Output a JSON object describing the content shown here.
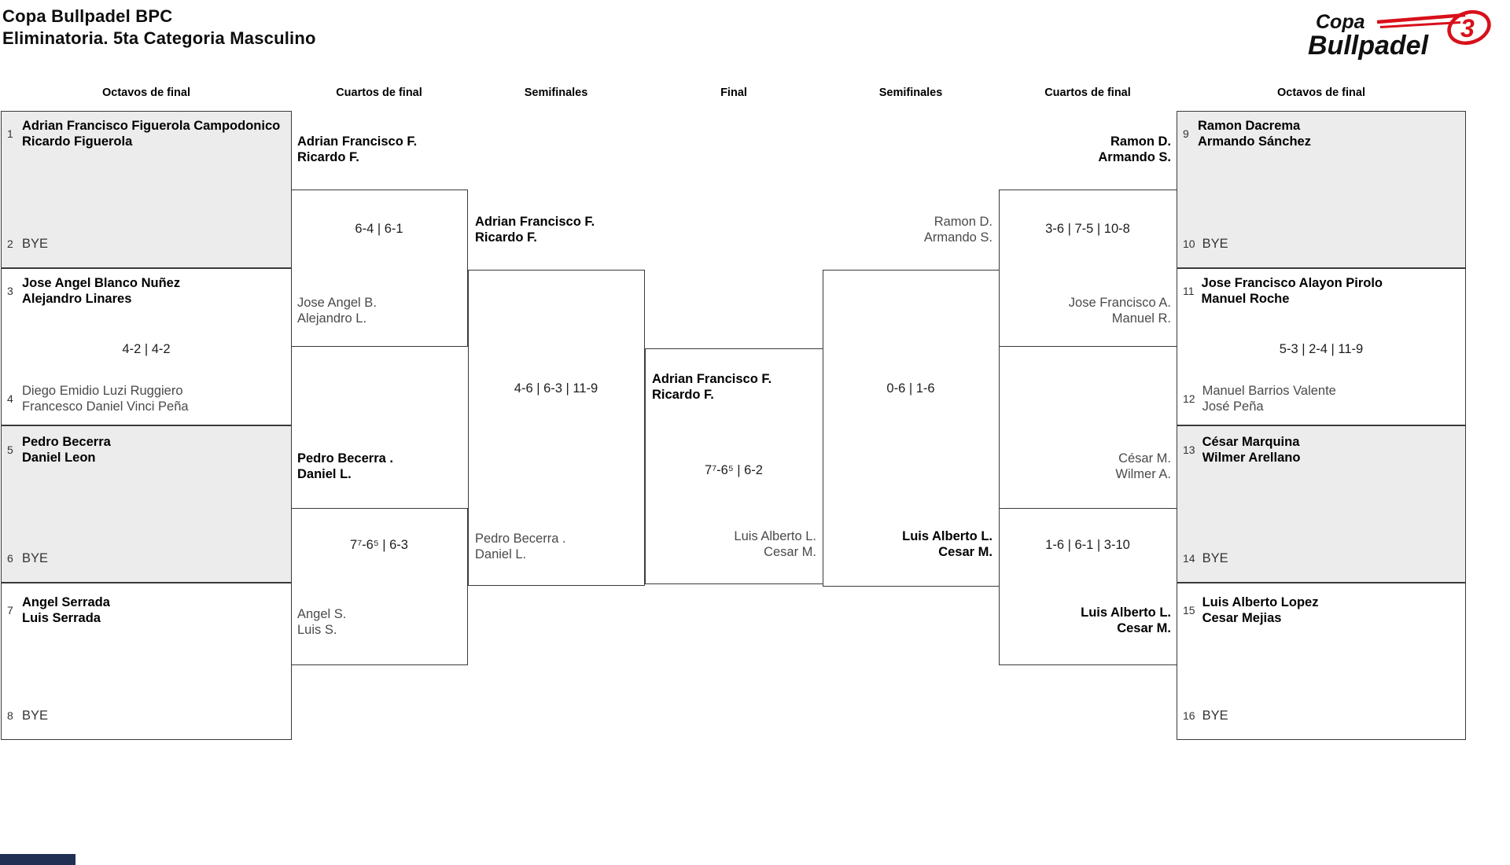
{
  "title": {
    "line1": "Copa Bullpadel BPC",
    "line2": "Eliminatoria. 5ta Categoria Masculino"
  },
  "logo": {
    "copa": "Copa",
    "bullpadel": "Bullpadel",
    "mark": "3"
  },
  "colors": {
    "accent_red": "#d8101a",
    "shaded_box": "#ececec",
    "winner_text": "#000000",
    "loser_text": "#4a4a4a",
    "footer_bar": "#203055"
  },
  "round_headers": {
    "octavos_left": "Octavos de final",
    "cuartos_left": "Cuartos de final",
    "semis_left": "Semifinales",
    "final": "Final",
    "semis_right": "Semifinales",
    "cuartos_right": "Cuartos de final",
    "octavos_right": "Octavos de final"
  },
  "seeds": {
    "s1": {
      "num": "1",
      "name": "Adrian Francisco Figuerola Campodonico\nRicardo Figuerola"
    },
    "s2": {
      "num": "2",
      "name": "BYE"
    },
    "s3": {
      "num": "3",
      "name": "Jose Angel Blanco Nuñez\nAlejandro Linares"
    },
    "s4": {
      "num": "4",
      "name": "Diego Emidio Luzi Ruggiero\nFrancesco Daniel Vinci Peña"
    },
    "s5": {
      "num": "5",
      "name": "Pedro Becerra\nDaniel Leon"
    },
    "s6": {
      "num": "6",
      "name": "BYE"
    },
    "s7": {
      "num": "7",
      "name": "Angel Serrada\nLuis Serrada"
    },
    "s8": {
      "num": "8",
      "name": "BYE"
    },
    "s9": {
      "num": "9",
      "name": "Ramon Dacrema\nArmando Sánchez"
    },
    "s10": {
      "num": "10",
      "name": "BYE"
    },
    "s11": {
      "num": "11",
      "name": "Jose Francisco Alayon Pirolo\nManuel Roche"
    },
    "s12": {
      "num": "12",
      "name": "Manuel Barrios Valente\nJosé Peña"
    },
    "s13": {
      "num": "13",
      "name": "César Marquina\nWilmer Arellano"
    },
    "s14": {
      "num": "14",
      "name": "BYE"
    },
    "s15": {
      "num": "15",
      "name": "Luis Alberto Lopez\nCesar Mejias"
    },
    "s16": {
      "num": "16",
      "name": "BYE"
    }
  },
  "matches": {
    "r16_left": {
      "score": "4-2 | 4-2"
    },
    "r16_right": {
      "score": "5-3 | 2-4 | 11-9"
    },
    "qf1": {
      "winner": "Adrian Francisco F.\nRicardo F.",
      "score": "6-4 | 6-1",
      "loser": "Jose Angel B.\nAlejandro L."
    },
    "qf2": {
      "winner": "Pedro Becerra .\nDaniel L.",
      "score": "7⁷-6⁵ | 6-3",
      "loser": "Angel S.\nLuis S."
    },
    "sf1": {
      "winner": "Adrian Francisco F.\nRicardo F.",
      "score": "4-6 | 6-3 | 11-9",
      "loser": "Pedro Becerra .\nDaniel L."
    },
    "final": {
      "winner": "Adrian Francisco F.\nRicardo F.",
      "score": "7⁷-6⁵ | 6-2",
      "loser": "Luis Alberto L.\nCesar M."
    },
    "sf2": {
      "winner": "Luis Alberto L.\nCesar M.",
      "score": "0-6 | 1-6",
      "loser": "Ramon D.\nArmando S."
    },
    "qf3": {
      "winner": "Ramon D.\nArmando S.",
      "score": "3-6 | 7-5 | 10-8",
      "loser": "Jose Francisco A.\nManuel R."
    },
    "qf4": {
      "winner": "Luis Alberto L.\nCesar M.",
      "score": "1-6 | 6-1 | 3-10",
      "loser": "César M.\nWilmer A."
    }
  }
}
